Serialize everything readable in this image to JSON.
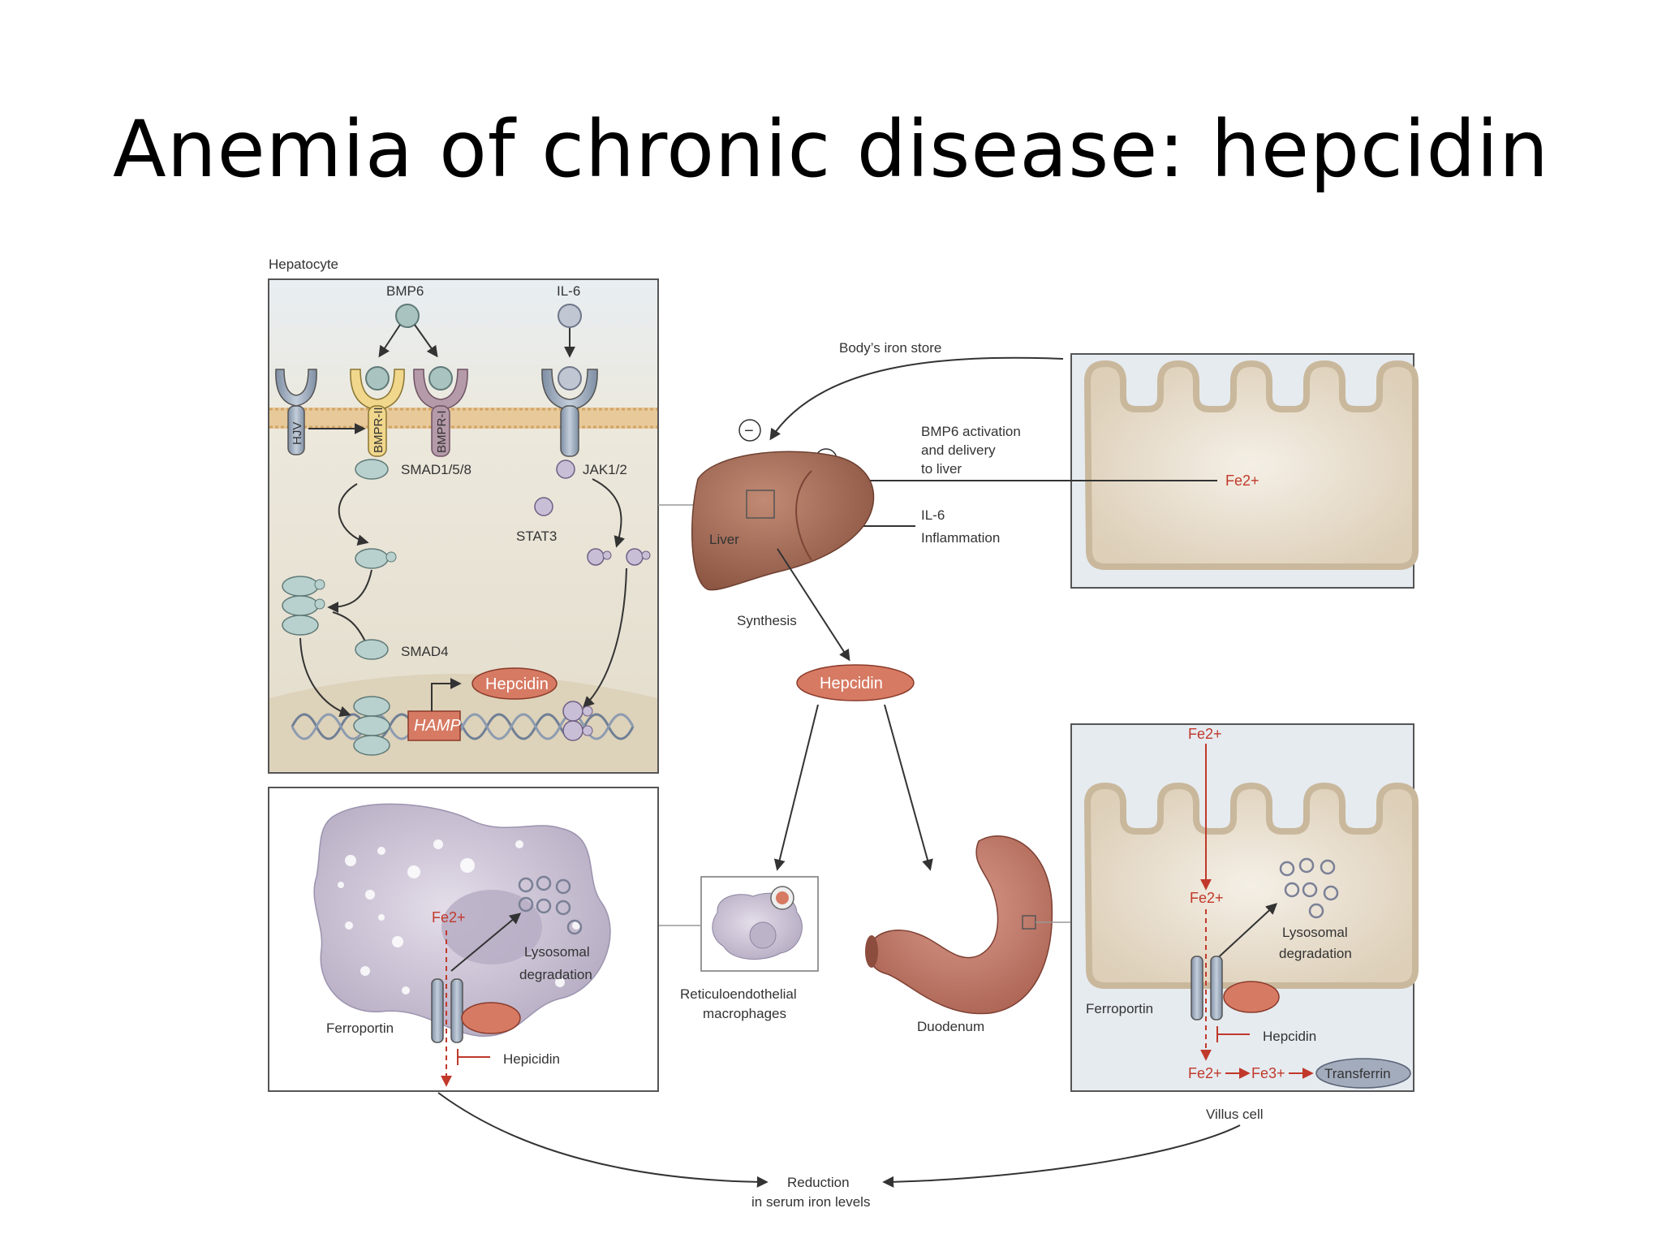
{
  "title": "Anemia of chronic disease: hepcidin",
  "hepatocyte": {
    "panel_label": "Hepatocyte",
    "bmp6": "BMP6",
    "il6": "IL-6",
    "hjv": "HJV",
    "bmpr2": "BMPR-II",
    "bmpr1": "BMPR-I",
    "smad158": "SMAD1/5/8",
    "jak12": "JAK1/2",
    "stat3": "STAT3",
    "smad4": "SMAD4",
    "hepcidin": "Hepcidin",
    "hamp": "HAMP"
  },
  "center": {
    "body_iron_store": "Body’s iron store",
    "minus": "−",
    "plus": "+",
    "bmp6_line1": "BMP6 activation",
    "bmp6_line2": "and delivery",
    "bmp6_line3": "to liver",
    "il6": "IL-6",
    "inflammation": "Inflammation",
    "liver": "Liver",
    "synthesis": "Synthesis",
    "hepcidin": "Hepcidin",
    "macrophages_line1": "Reticuloendothelial",
    "macrophages_line2": "macrophages",
    "duodenum": "Duodenum",
    "reduction_line1": "Reduction",
    "reduction_line2": "in serum iron levels"
  },
  "villus_top": {
    "fe": "Fe2+"
  },
  "macrophage_panel": {
    "fe": "Fe2+",
    "lysosomal_line1": "Lysosomal",
    "lysosomal_line2": "degradation",
    "ferroportin": "Ferroportin",
    "hepicidin": "Hepicidin"
  },
  "villus_bottom": {
    "fe_top": "Fe2+",
    "fe_mid": "Fe2+",
    "lysosomal_line1": "Lysosomal",
    "lysosomal_line2": "degradation",
    "ferroportin": "Ferroportin",
    "hepcidin": "Hepcidin",
    "fe2": "Fe2+",
    "fe3": "Fe3+",
    "transferrin": "Transferrin",
    "villus_cell": "Villus cell"
  },
  "colors": {
    "panel_fill": "#e9e4d8",
    "villus_fill": "#e2d6c2",
    "liver": "#a8705c",
    "hepcidin": "#d77a63",
    "iron_arrow": "#c0392b",
    "macrophage": "#c9c1d3"
  }
}
